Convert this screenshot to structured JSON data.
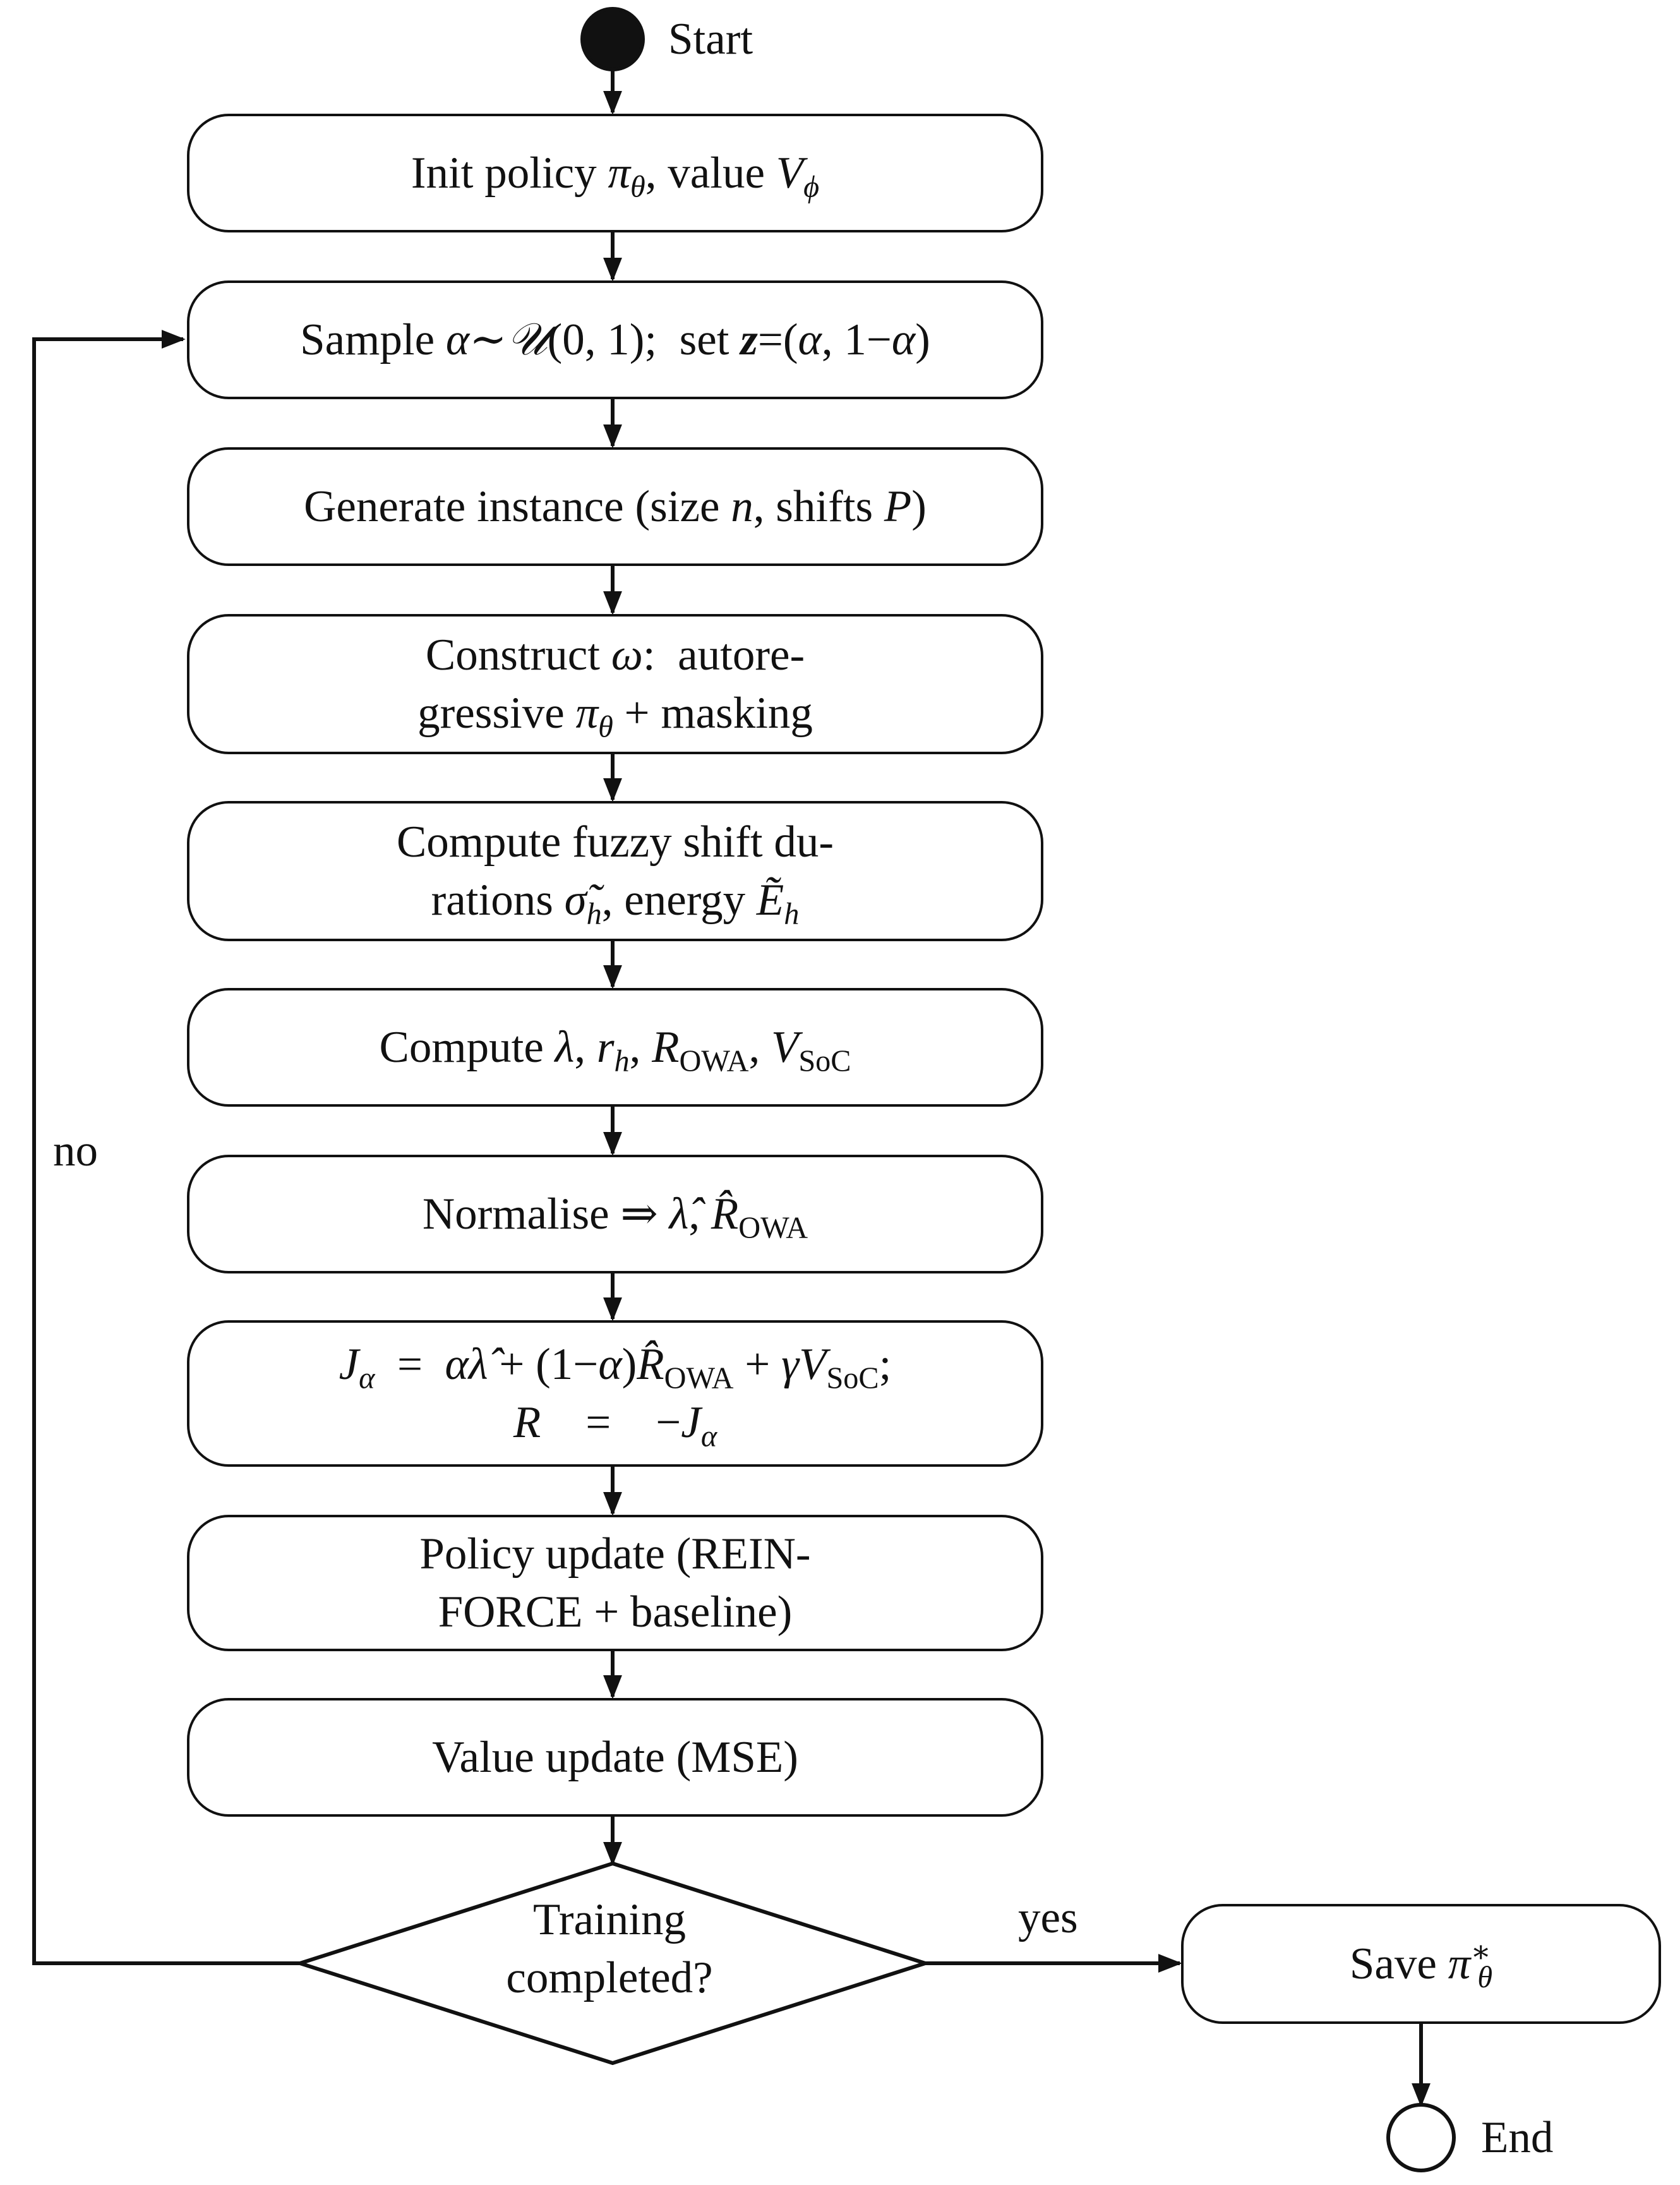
{
  "start": "Start",
  "end": "End",
  "steps": [
    {
      "lines": [
        "Init policy π_θ, value V_ϕ"
      ]
    },
    {
      "lines": [
        "Sample α∼𝒰(0,1); set z=(α,1−α)"
      ]
    },
    {
      "lines": [
        "Generate instance (size n, shifts P)"
      ]
    },
    {
      "lines": [
        "Construct ω: autore-",
        "gressive π_θ + masking"
      ]
    },
    {
      "lines": [
        "Compute fuzzy shift du-",
        "rations σ̃_h, energy Ẽ_h"
      ]
    },
    {
      "lines": [
        "Compute λ, r_h, R_OWA, V_SoC"
      ]
    },
    {
      "lines": [
        "Normalise ⇒ λ̂, R̂_OWA"
      ]
    },
    {
      "lines": [
        "J_α = αλ̂ + (1−α)R̂_OWA + γV_SoC;",
        "R = −J_α"
      ]
    },
    {
      "lines": [
        "Policy update (REIN-",
        "FORCE + baseline)"
      ]
    },
    {
      "lines": [
        "Value update (MSE)"
      ]
    }
  ],
  "decision": {
    "lines": [
      "Training",
      "completed?"
    ]
  },
  "save": "Save π*_θ",
  "edge_labels": {
    "yes": "yes",
    "no": "no"
  }
}
